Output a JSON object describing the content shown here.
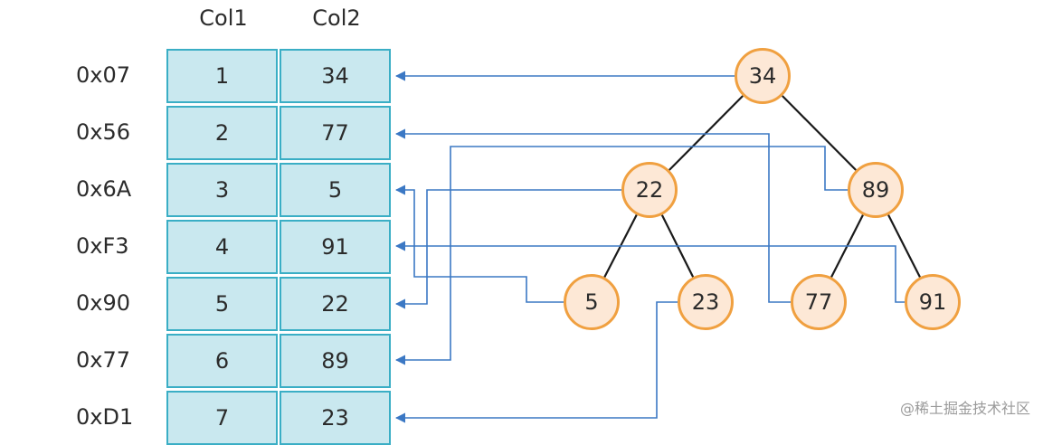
{
  "table": {
    "headers": [
      "Col1",
      "Col2"
    ],
    "rows": [
      {
        "address": "0x07",
        "col1": "1",
        "col2": "34"
      },
      {
        "address": "0x56",
        "col1": "2",
        "col2": "77"
      },
      {
        "address": "0x6A",
        "col1": "3",
        "col2": "5"
      },
      {
        "address": "0xF3",
        "col1": "4",
        "col2": "91"
      },
      {
        "address": "0x90",
        "col1": "5",
        "col2": "22"
      },
      {
        "address": "0x77",
        "col1": "6",
        "col2": "89"
      },
      {
        "address": "0xD1",
        "col1": "7",
        "col2": "23"
      }
    ]
  },
  "tree": {
    "nodes": [
      {
        "id": "n34",
        "label": "34",
        "row": 0
      },
      {
        "id": "n22",
        "label": "22",
        "row": 4
      },
      {
        "id": "n89",
        "label": "89",
        "row": 5
      },
      {
        "id": "n5",
        "label": "5",
        "row": 2
      },
      {
        "id": "n23",
        "label": "23",
        "row": 6
      },
      {
        "id": "n77",
        "label": "77",
        "row": 1
      },
      {
        "id": "n91",
        "label": "91",
        "row": 3
      }
    ],
    "edges": [
      [
        "n34",
        "n22"
      ],
      [
        "n34",
        "n89"
      ],
      [
        "n22",
        "n5"
      ],
      [
        "n22",
        "n23"
      ],
      [
        "n89",
        "n77"
      ],
      [
        "n89",
        "n91"
      ]
    ]
  },
  "colors": {
    "cell_fill": "#c9e8ef",
    "cell_border": "#3aaec5",
    "node_fill": "#fde8d6",
    "node_border": "#f0a040",
    "pointer_line": "#3b78c4",
    "tree_edge": "#1a1a1a"
  },
  "watermark": "@稀土掘金技术社区"
}
